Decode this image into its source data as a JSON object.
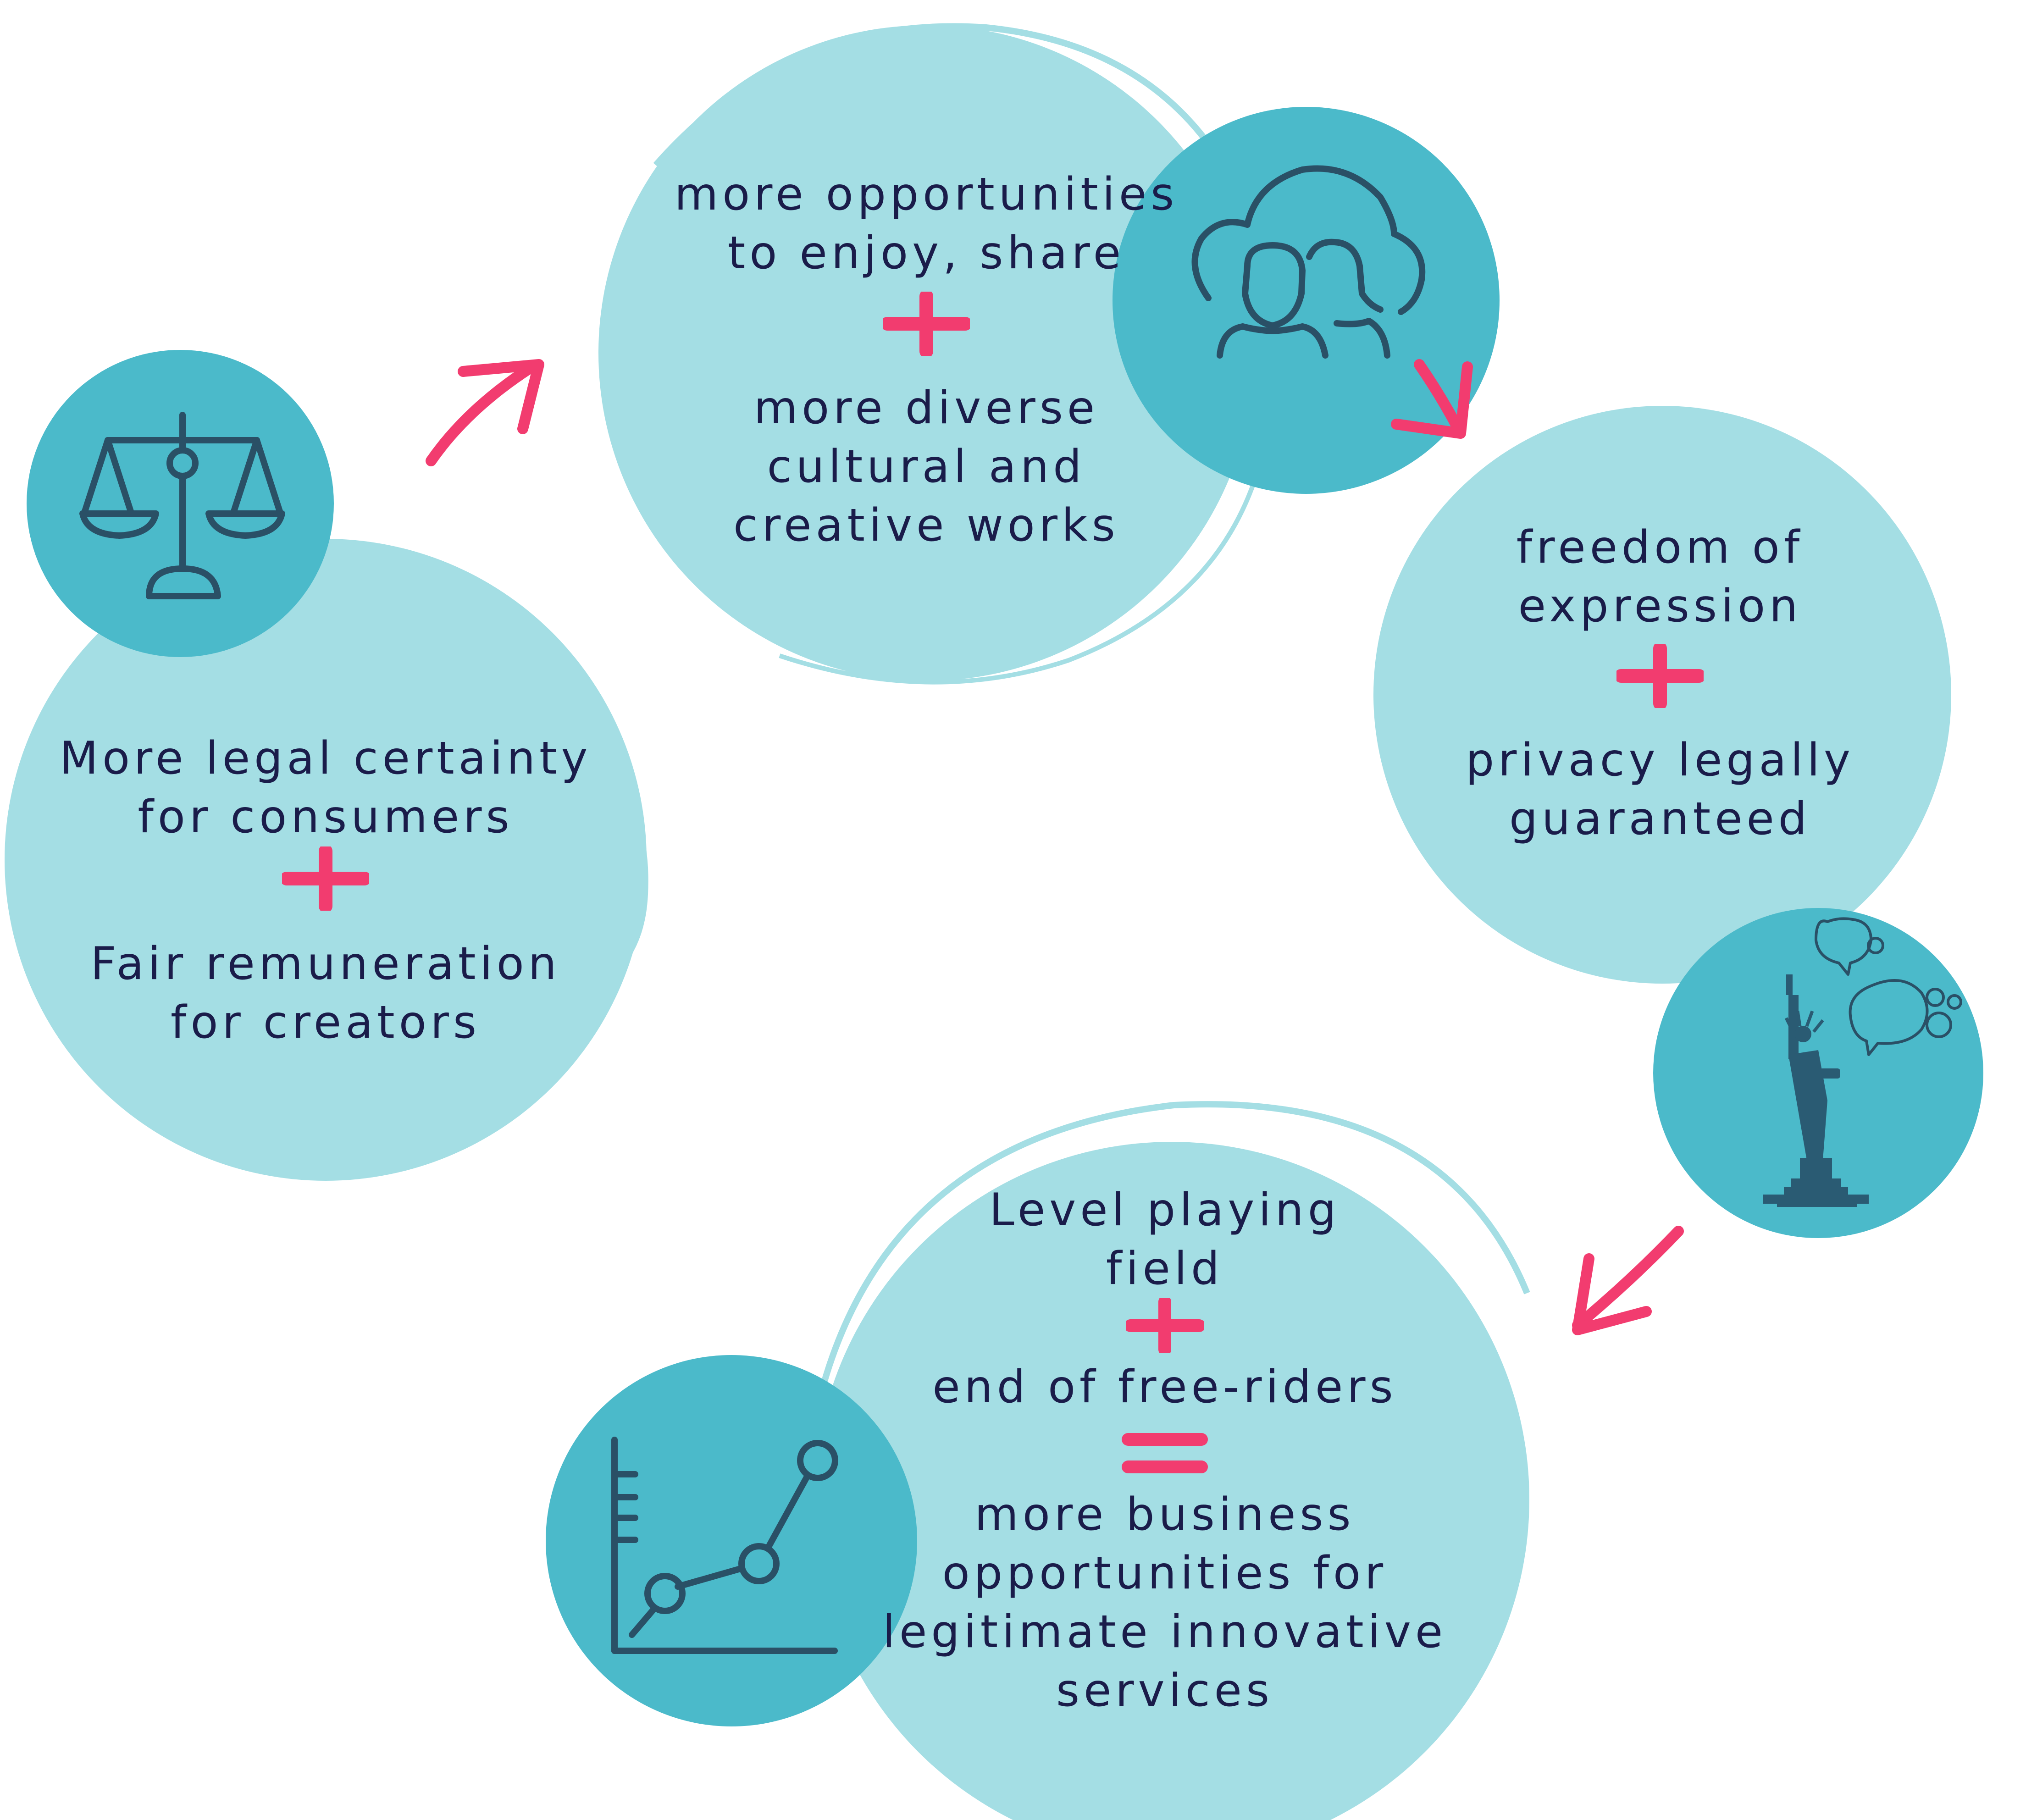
{
  "colors": {
    "bubble_light": "#a4dee4",
    "bubble_dark": "#4bbaca",
    "icon_stroke": "#2a5066",
    "statue_fill": "#2a5b73",
    "accent_pink": "#f23c6f",
    "text": "#1a1c4a"
  },
  "nodes": [
    {
      "id": "consumers",
      "icon": "scales-of-justice-icon",
      "line1": "More legal certainty",
      "line2": "for consumers",
      "operator": "plus",
      "line3": "Fair remuneration",
      "line4": "for creators"
    },
    {
      "id": "culture",
      "icon": "people-cloud-icon",
      "line1": "more opportunities",
      "line2": "to enjoy, share",
      "operator": "plus",
      "line3": "more diverse",
      "line4": "cultural and",
      "line5": "creative works"
    },
    {
      "id": "freedom",
      "icon": "statue-of-liberty-icon",
      "line1": "freedom of",
      "line2": "expression",
      "operator": "plus",
      "line3": "privacy legally",
      "line4": "guaranteed"
    },
    {
      "id": "business",
      "icon": "growth-chart-icon",
      "line1": "Level playing",
      "line2": "field",
      "operator": "plus",
      "line3": "end of free-riders",
      "operator2": "equals",
      "line4": "more business",
      "line5": "opportunities for",
      "line6": "legitimate innovative",
      "line7": "services"
    }
  ],
  "arrows": [
    {
      "from": "consumers",
      "to": "culture",
      "icon": "arrow-icon"
    },
    {
      "from": "culture",
      "to": "freedom",
      "icon": "arrow-icon"
    },
    {
      "from": "freedom",
      "to": "business",
      "icon": "arrow-icon"
    }
  ]
}
